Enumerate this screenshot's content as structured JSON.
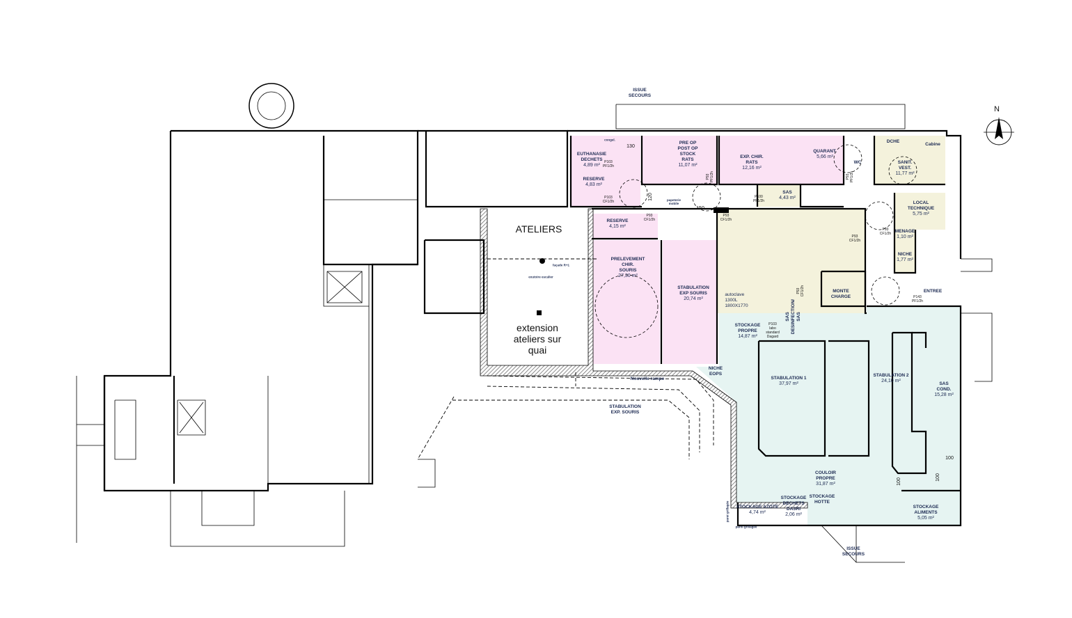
{
  "plan": {
    "north_label": "N",
    "colors": {
      "pink": "#fbe2f4",
      "cream": "#f4f2dc",
      "cyan": "#e6f4f2",
      "wall": "#000000",
      "text": "#1c2a52"
    },
    "rooms": [
      {
        "name": "EUTHANASIE\nDECHETS",
        "area": "4,89 m²"
      },
      {
        "name": "RESERVE",
        "area": "4,83 m²"
      },
      {
        "name": "PRE OP\nPOST OP\nSTOCK\nRATS",
        "area": "11,07 m²"
      },
      {
        "name": "EXP. CHIR.\nRATS",
        "area": "12,16 m²"
      },
      {
        "name": "QUARANT.",
        "area": "5,66 m²"
      },
      {
        "name": "SAS",
        "area": "4,43 m²"
      },
      {
        "name": "DCHE",
        "area": ""
      },
      {
        "name": "Cabine",
        "area": ""
      },
      {
        "name": "SANIT.\nVEST.",
        "area": "11,77 m²"
      },
      {
        "name": "LOCAL\nTECHNIQUE",
        "area": "5,75 m²"
      },
      {
        "name": "MENAGE",
        "area": "1,10 m²"
      },
      {
        "name": "NICHE",
        "area": "1,77 m²"
      },
      {
        "name": "MONTE\nCHARGE",
        "area": ""
      },
      {
        "name": "ENTREE",
        "area": ""
      },
      {
        "name": "RESERVE",
        "area": "4,15 m²"
      },
      {
        "name": "PRELEVEMENT\nCHIR.\nSOURIS",
        "area": "27,30 m²"
      },
      {
        "name": "STABULATION\nEXP SOURIS",
        "area": "20,74 m²"
      },
      {
        "name": "autoclave\n1300L\n1800X1770",
        "area": ""
      },
      {
        "name": "STOCKAGE\nPROPRE",
        "area": "14,87 m²"
      },
      {
        "name": "SAS\nDESINFECTION/\nSAS",
        "area": ""
      },
      {
        "name": "NICHE\nEOPS",
        "area": ""
      },
      {
        "name": "STABULATION 1",
        "area": "37,97 m²"
      },
      {
        "name": "STABULATION 2",
        "area": "24,10 m²"
      },
      {
        "name": "SAS\nCOND.",
        "area": "15,28 m²"
      },
      {
        "name": "COULOIR\nPROPRE",
        "area": "31,87 m²"
      },
      {
        "name": "STOCKAGE AZOTE",
        "area": "4,74 m²"
      },
      {
        "name": "STOCKAGE\nDECHETS\nDASRI",
        "area": "2,06 m²"
      },
      {
        "name": "STOCKAGE\nHOTTE",
        "area": ""
      },
      {
        "name": "STOCKAGE\nALIMENTS",
        "area": "5,05 m²"
      },
      {
        "name": "WC",
        "area": ""
      }
    ],
    "big_labels": [
      "ATELIERS",
      "extension\nateliers sur\nquai"
    ],
    "misc": [
      "ISSUE\nSECOURS",
      "ISSUE\nSECOURS",
      "Nouvelle rampe",
      "STABULATION\nEXP. SOURIS",
      "façade R+1",
      "exutoire escalier",
      "paroi grillagée",
      "paroi grillagée",
      "130",
      "120",
      "150",
      "100",
      "100",
      "100",
      "papeterie\nmobile",
      "congel."
    ],
    "doors": [
      "P103\nPF1/2h",
      "P103\nCF1/2h",
      "P93\nCF1/2h",
      "P93\nCF1/2h",
      "P100\nPF1/2h",
      "P143\nPF1/2h",
      "P93\nCF1/2h",
      "P93\nCF1/2h",
      "P103\nlabo\nstandard\nDagard",
      "P93\nPF1/2h",
      "P93\nPF1/2h",
      "P93\nCF1/2h"
    ]
  }
}
